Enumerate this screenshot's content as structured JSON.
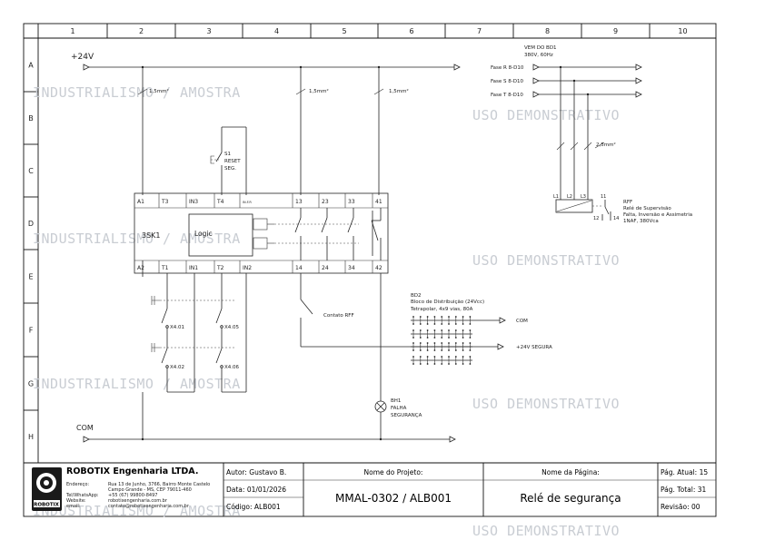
{
  "grid": {
    "columns": [
      "1",
      "2",
      "3",
      "4",
      "5",
      "6",
      "7",
      "8",
      "9",
      "10"
    ],
    "rows": [
      "A",
      "B",
      "C",
      "D",
      "E",
      "F",
      "G",
      "H"
    ]
  },
  "watermarks": {
    "left": "INDUSTRIALISMO / AMOSTRA",
    "right": "USO DEMONSTRATIVO"
  },
  "supply": {
    "plus24": "+24V",
    "com": "COM",
    "cable": "1,5mm²",
    "source_title": "VEM DO BD1",
    "source_spec": "380V, 60Hz",
    "phases": [
      "Fase R  8-D10",
      "Fase S  8-D10",
      "Fase T  8-D10"
    ],
    "phase_cable": "2,5mm²"
  },
  "reset": {
    "tag": "S1",
    "line1": "RESET",
    "line2": "SEG."
  },
  "relay": {
    "name": "3SK1",
    "logic": "Logic",
    "top_terms": [
      "A1",
      "T3",
      "IN3",
      "T4",
      "IN.F.R",
      "13",
      "23",
      "33",
      "41"
    ],
    "bottom_terms": [
      "A2",
      "T1",
      "IN1",
      "T2",
      "IN2",
      "14",
      "24",
      "34",
      "42"
    ]
  },
  "estops": {
    "labels": [
      "X4.01",
      "X4.05",
      "X4.02",
      "X4.06"
    ]
  },
  "rff": {
    "contact": "Contato RFF",
    "tag": "RFF",
    "desc1": "Relé de Supervisão",
    "desc2": "Falta, Inversão e Assimetria",
    "desc3": "1NAF, 380Vca",
    "terms": [
      "L1",
      "L2",
      "L3",
      "11",
      "12",
      "14"
    ]
  },
  "bd2": {
    "tag": "BD2",
    "line1": "Bloco de Distribuição (24Vcc)",
    "line2": "Tetrapolar, 4x9 vias, 80A",
    "out1": "COM",
    "out2": "+24V SEGURA"
  },
  "lamp": {
    "tag": "BH1",
    "line1": "FALHA",
    "line2": "SEGURANÇA"
  },
  "titleblock": {
    "company": "ROBOTIX Engenharia LTDA.",
    "logo_text": "ROBOTIX",
    "address_label": "Endereço:",
    "address_line1": "Rua 13 de Junho, 3766, Bairro Monte Castelo",
    "address_line2": "Campo Grande - MS, CEP 79011-460",
    "phone_label": "Tel/WhatsApp:",
    "phone": "+55 (67) 99800-8497",
    "website_label": "Website:",
    "website": "robotixengenharia.com.br",
    "email_label": "email:",
    "email": "contato@robotixengenharia.com.br",
    "author": "Autor: Gustavo B.",
    "date": "Data: 01/01/2026",
    "code": "Código: ALB001",
    "project_label": "Nome do Projeto:",
    "project": "MMAL-0302 / ALB001",
    "page_label": "Nome da Página:",
    "page_name": "Relé de segurança",
    "page_current": "Pág. Atual: 15",
    "page_total": "Pág. Total: 31",
    "revision": "Revisão: 00"
  }
}
